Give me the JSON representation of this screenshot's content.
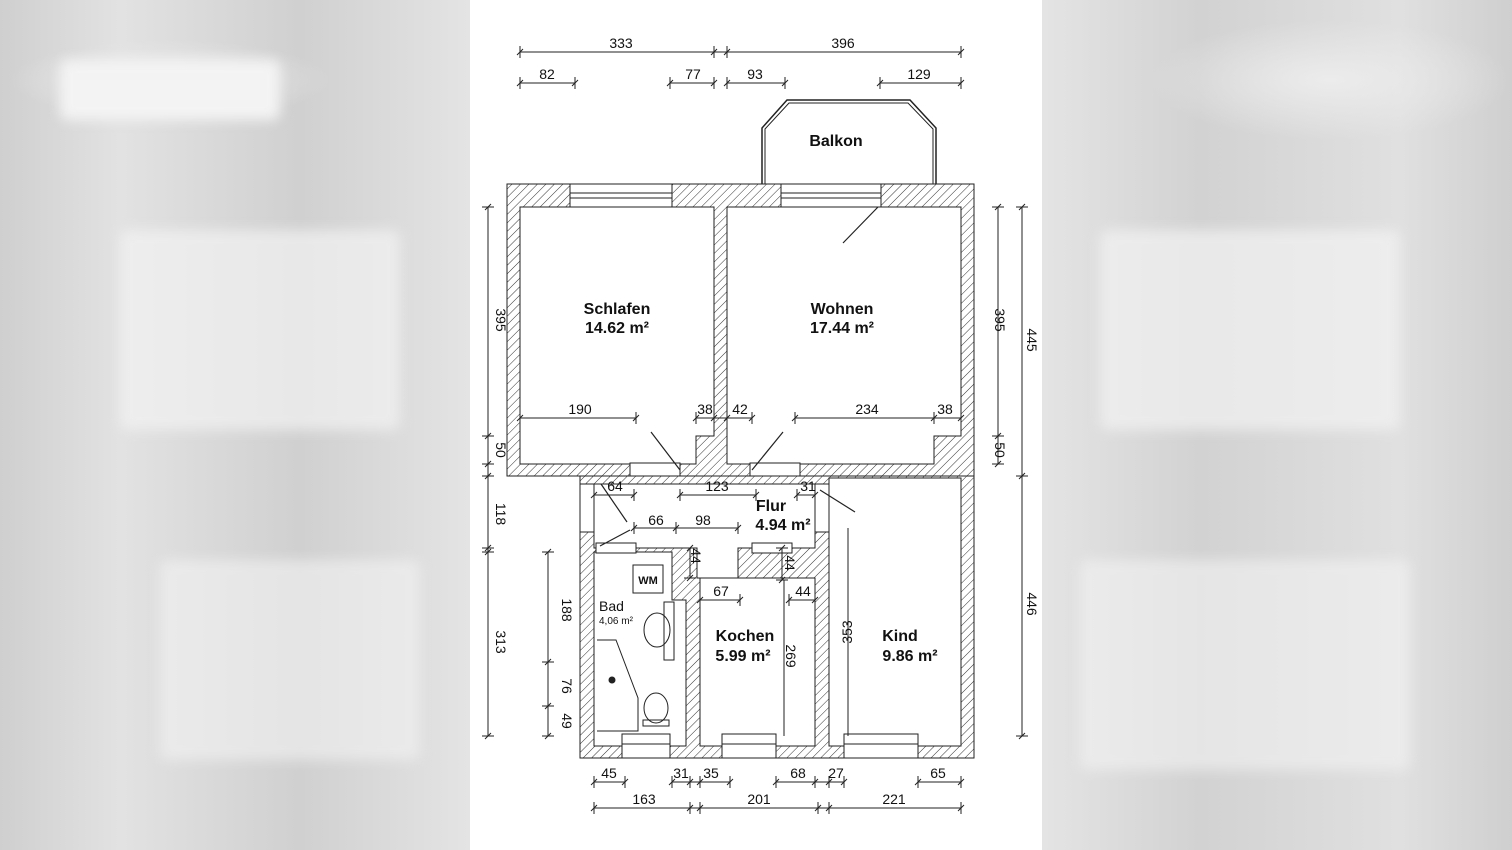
{
  "rooms": {
    "balkon": {
      "name": "Balkon"
    },
    "schlafen": {
      "name": "Schlafen",
      "area": "14.62 m²"
    },
    "wohnen": {
      "name": "Wohnen",
      "area": "17.44 m²"
    },
    "flur": {
      "name": "Flur",
      "area": "4.94 m²"
    },
    "bad": {
      "name": "Bad",
      "area": "4,06 m²"
    },
    "kochen": {
      "name": "Kochen",
      "area": "5.99 m²"
    },
    "kind": {
      "name": "Kind",
      "area": "9.86 m²"
    }
  },
  "fixtures": {
    "washing_machine": "WM"
  },
  "dimensions": {
    "top_overall": [
      "333",
      "396"
    ],
    "top_detail": [
      "82",
      "77",
      "93",
      "129"
    ],
    "left": [
      "395",
      "50",
      "118",
      "313"
    ],
    "left_bad": [
      "188",
      "76",
      "49"
    ],
    "right_inner": [
      "395",
      "50"
    ],
    "right_outer": [
      "445",
      "446"
    ],
    "bottom_detail": [
      "45",
      "31",
      "35",
      "68",
      "27",
      "65"
    ],
    "bottom_overall": [
      "163",
      "201",
      "221"
    ],
    "schlafen_inner": [
      "190",
      "38"
    ],
    "wohnen_inner": [
      "42",
      "234",
      "38"
    ],
    "flur_inner": [
      "64",
      "123",
      "31",
      "66",
      "98",
      "44",
      "44"
    ],
    "kochen_inner": [
      "67",
      "44",
      "269"
    ],
    "kind_inner": [
      "353"
    ]
  }
}
